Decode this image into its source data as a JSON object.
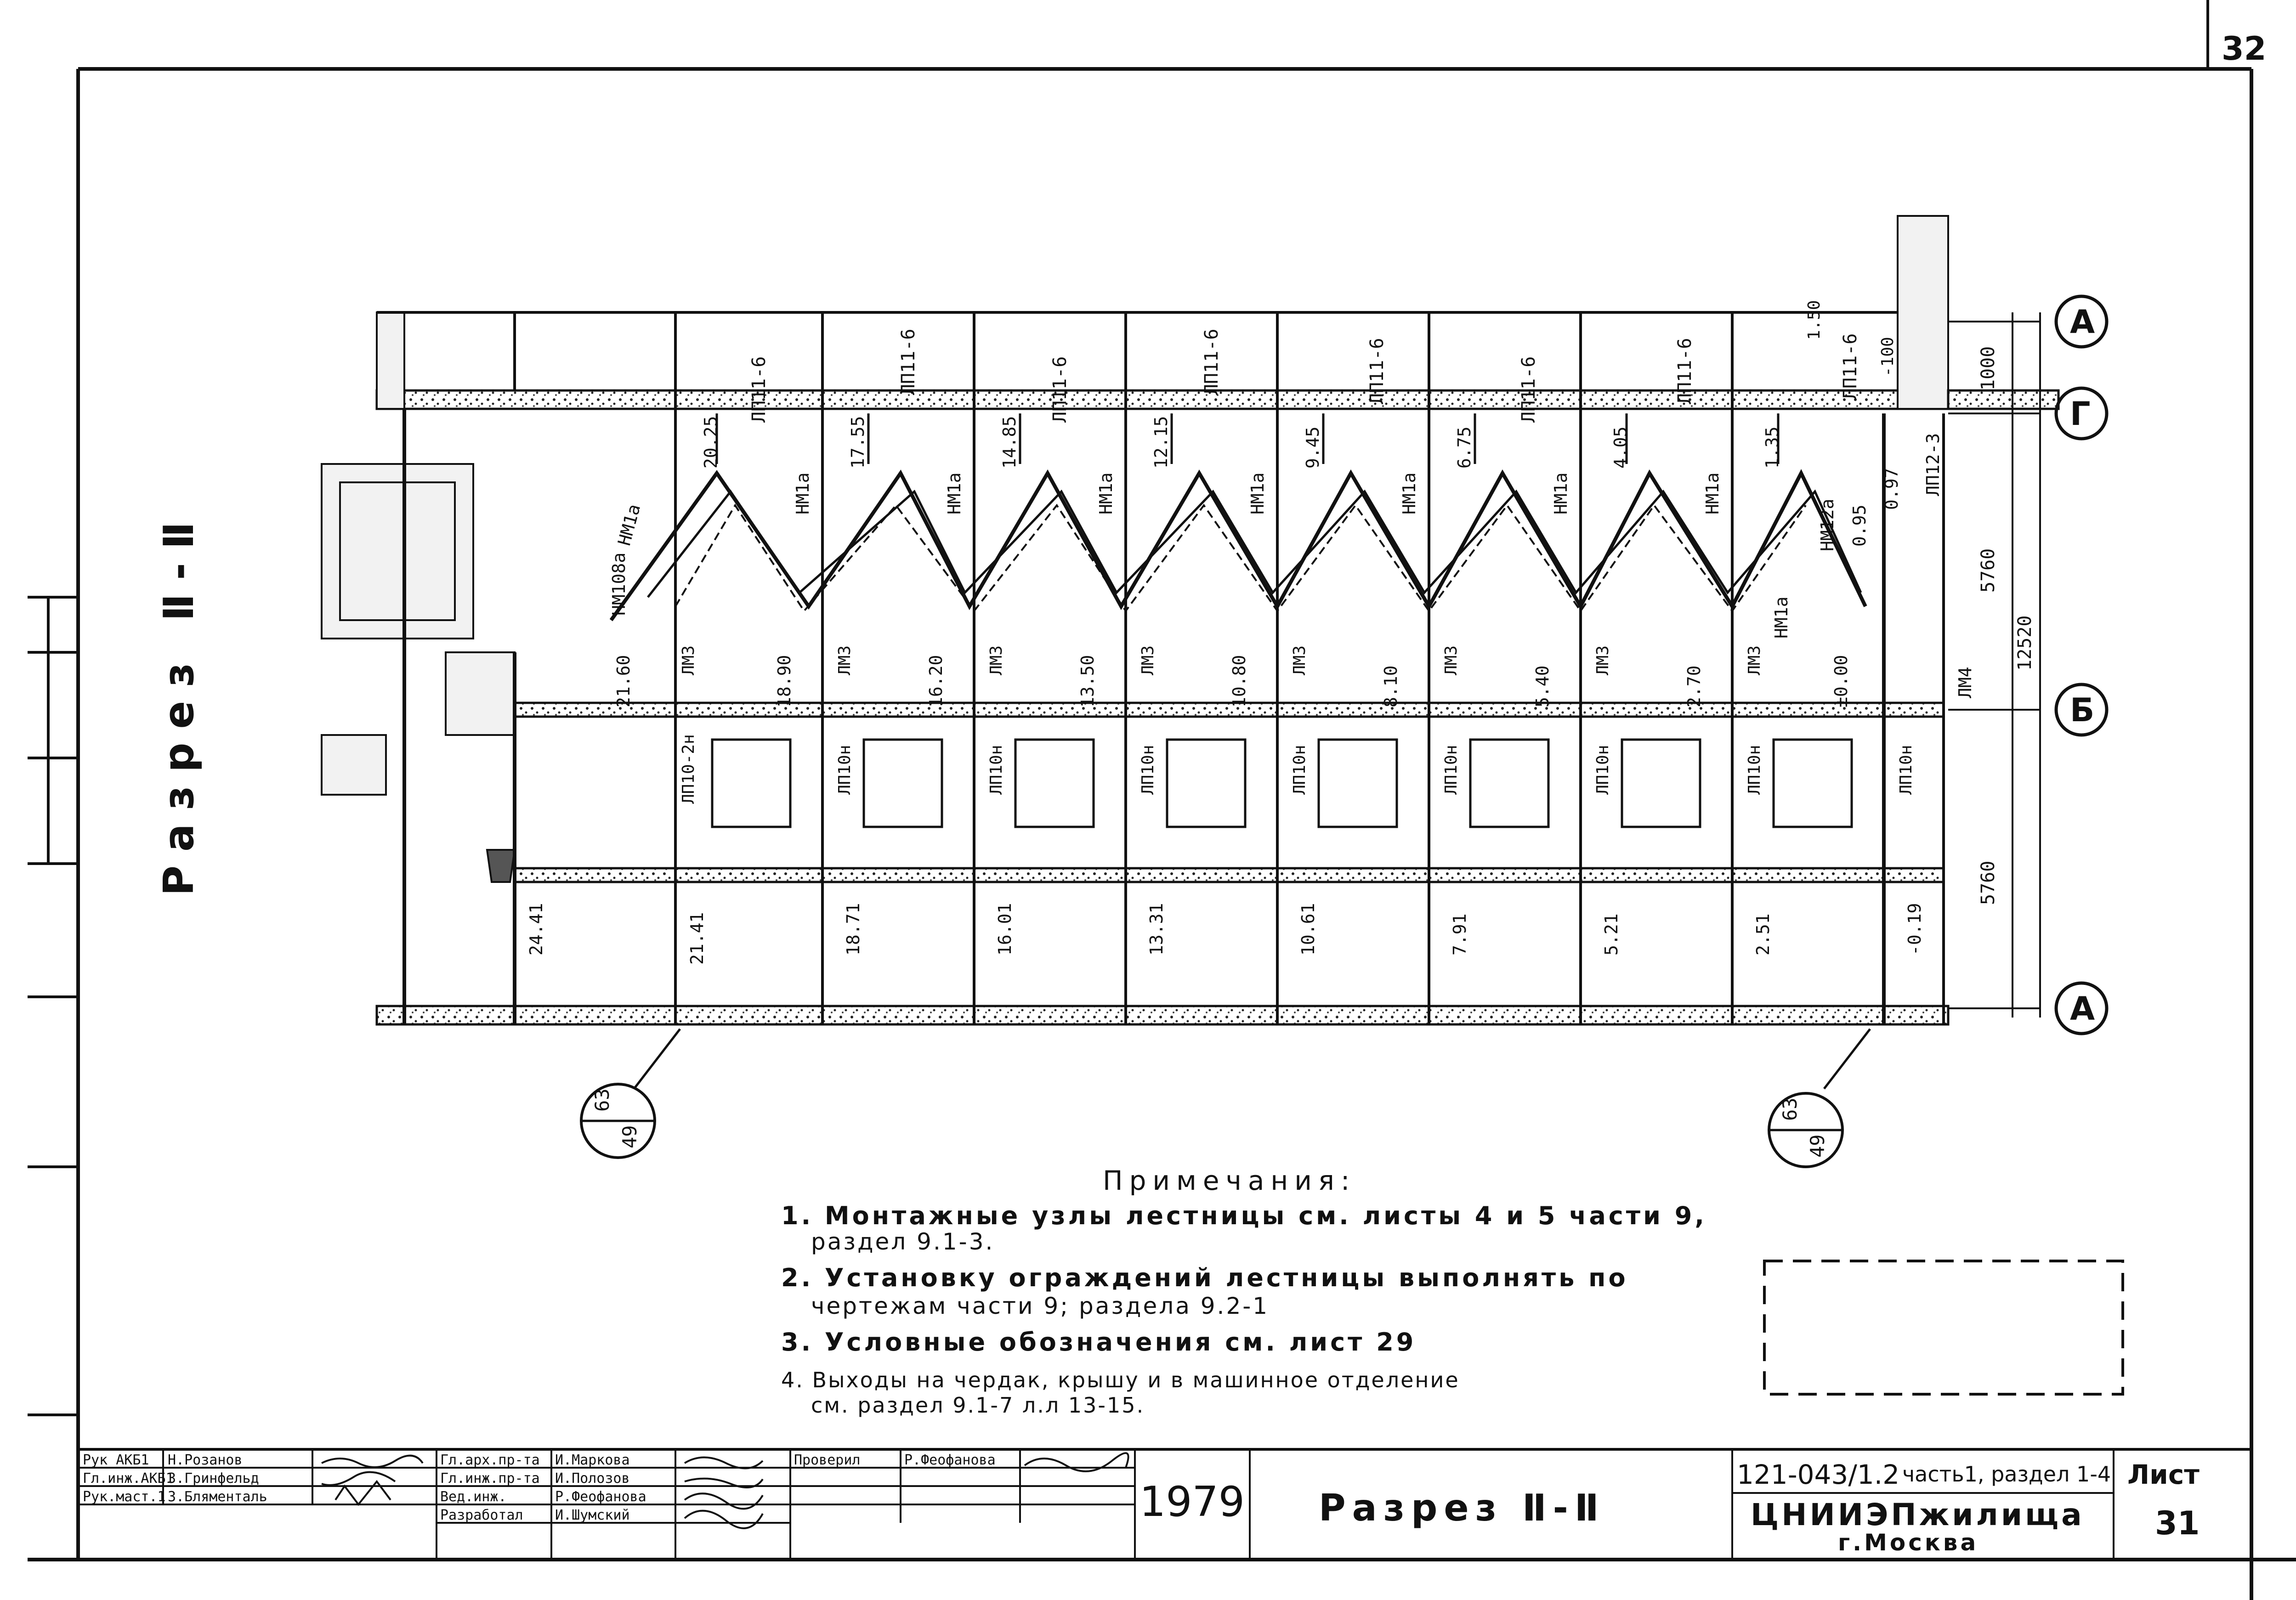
{
  "sheet_number_top": "32",
  "section_title_vertical": "Разрез Ⅱ-Ⅱ",
  "axes": {
    "right_bubbles": [
      "А",
      "Г",
      "Б",
      "А"
    ],
    "dims": [
      "1000",
      "5760",
      "12520",
      "5760"
    ],
    "top_marks": [
      "1.50",
      "-100"
    ]
  },
  "stair_labels": {
    "landing_top": [
      "ЛП11-6",
      "ЛП11-6",
      "ЛП11-6",
      "ЛП11-6",
      "ЛП11-6",
      "ЛП11-6",
      "ЛП11-6",
      "ЛП11-6"
    ],
    "landing_mid": [
      "ЛП10-2н",
      "ЛП10н",
      "ЛП10н",
      "ЛП10н",
      "ЛП10н",
      "ЛП10н",
      "ЛП10н",
      "ЛП10н",
      "ЛП10н"
    ],
    "upper_levels": [
      "20.25",
      "17.55",
      "14.85",
      "12.15",
      "9.45",
      "6.75",
      "4.05",
      "1.35"
    ],
    "lower_levels": [
      "21.60",
      "18.90",
      "16.20",
      "13.50",
      "10.80",
      "8.10",
      "5.40",
      "2.70",
      "±0.00"
    ],
    "floor_levels": [
      "24.41",
      "21.41",
      "18.71",
      "16.01",
      "13.31",
      "10.61",
      "7.91",
      "5.21",
      "2.51",
      "-0.19"
    ],
    "march_labels": [
      "НМ1а",
      "НМ1а",
      "НМ1а",
      "НМ1а",
      "НМ1а",
      "НМ1а",
      "НМ1а",
      "НМ1а"
    ],
    "march_lm3": [
      "ЛМ3",
      "ЛМ3",
      "ЛМ3",
      "ЛМ3",
      "ЛМ3",
      "ЛМ3",
      "ЛМ3",
      "ЛМ3"
    ],
    "extra": [
      "НМ108а",
      "НМ1а",
      "НМ12а",
      "ЛП12-3",
      "0.97",
      "0.95",
      "ЛМ4"
    ]
  },
  "callouts": [
    {
      "top": "63",
      "bottom": "49"
    },
    {
      "top": "63",
      "bottom": "49"
    }
  ],
  "notes": {
    "heading": "Примечания:",
    "items": [
      "1. Монтажные узлы лестницы см. листы 4 и 5 части 9,",
      "раздел 9.1-3.",
      "2. Установку ограждений лестницы выполнять по",
      "чертежам части 9; раздела 9.2-1",
      "3. Условные обозначения см. лист 29",
      "4. Выходы на чердак, крышу и в машинное отделение",
      "см. раздел 9.1-7 л.л 13-15."
    ]
  },
  "title_block": {
    "rows": [
      {
        "role": "Рук АКБ1",
        "name": "Н.Розанов"
      },
      {
        "role": "Гл.инж.АКБ1",
        "name": "З.Гринфельд"
      },
      {
        "role": "Рук.маст.1",
        "name": "З.Бляменталь"
      }
    ],
    "rows2": [
      {
        "role": "Гл.арх.пр-та",
        "name": "И.Маркова"
      },
      {
        "role": "Гл.инж.пр-та",
        "name": "И.Полозов"
      },
      {
        "role": "Вед.инж.",
        "name": "Р.Феофанова"
      },
      {
        "role": "Разработал",
        "name": "И.Шумский"
      }
    ],
    "checked_label": "Проверил",
    "checked_name": "Р.Феофанова",
    "year": "1979",
    "drawing_title": "Разрез Ⅱ-Ⅱ",
    "project_code": "121-043/1.2",
    "project_part": "часть1, раздел 1-4",
    "organization": "ЦНИИЭПжилища",
    "city": "г.Москва",
    "sheet_label": "Лист",
    "sheet_number": "31"
  }
}
